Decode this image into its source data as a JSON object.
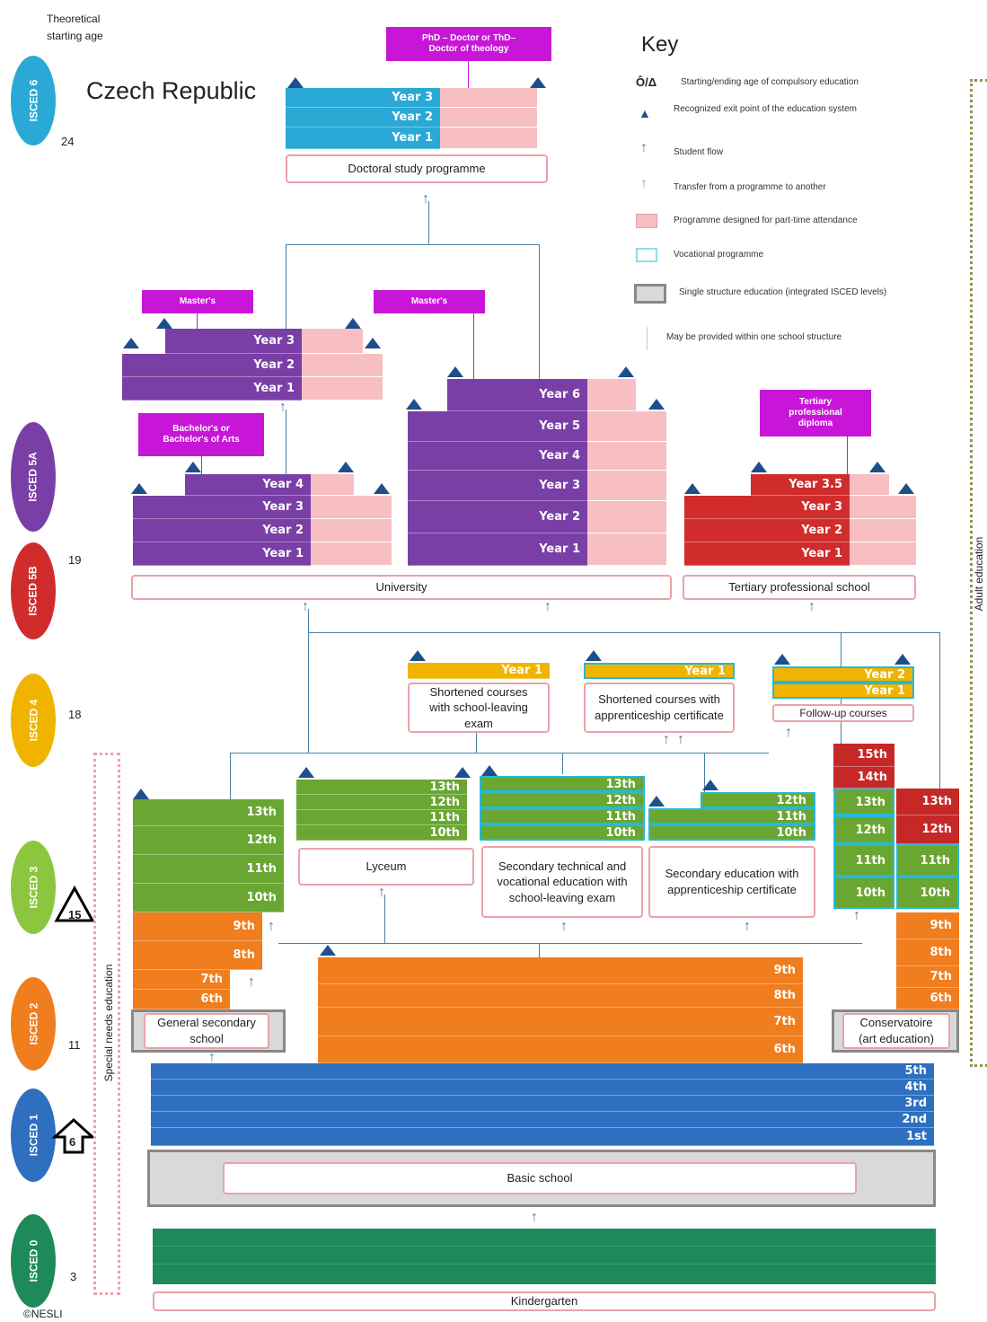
{
  "header": {
    "starting_age_label": "Theoretical starting age",
    "country": "Czech Republic",
    "copyright": "©NESLI"
  },
  "key": {
    "title": "Key",
    "items": [
      {
        "symbol": "Ô/Δ",
        "text": "Starting/ending age of compulsory education"
      },
      {
        "symbol": "▲",
        "text": "Recognized exit point of the education system"
      },
      {
        "symbol": "↑",
        "text": "Student flow"
      },
      {
        "symbol": "↑",
        "text": "Transfer from a programme to another"
      },
      {
        "symbol": "pink-box",
        "text": "Programme designed for part-time attendance"
      },
      {
        "symbol": "cyan-box",
        "text": "Vocational programme"
      },
      {
        "symbol": "grey-box",
        "text": "Single structure education (integrated ISCED levels)"
      },
      {
        "symbol": "line",
        "text": "May be provided within one school structure"
      }
    ]
  },
  "isced": [
    {
      "label": "ISCED 6",
      "color": "#2aa9d6",
      "age": "24"
    },
    {
      "label": "ISCED 5A",
      "color": "#7a3fa6",
      "age": ""
    },
    {
      "label": "ISCED 5B",
      "color": "#d12c2c",
      "age": "19"
    },
    {
      "label": "ISCED 4",
      "color": "#f0b400",
      "age": "18"
    },
    {
      "label": "ISCED 3",
      "color": "#8cc63e",
      "age": ""
    },
    {
      "label": "ISCED 2",
      "color": "#f07d1e",
      "age": "11"
    },
    {
      "label": "ISCED 1",
      "color": "#2e6fc0",
      "age": ""
    },
    {
      "label": "ISCED 0",
      "color": "#1e8a5a",
      "age": "3"
    }
  ],
  "compulsory": {
    "start_age": "6",
    "end_age": "15"
  },
  "side_labels": {
    "special_needs": "Special needs education",
    "adult": "Adult education"
  },
  "doctoral": {
    "top_label": "PhD – Doctor or ThD–Doctor of theology",
    "years": [
      "Year 3",
      "Year 2",
      "Year 1"
    ],
    "programme": "Doctoral study programme"
  },
  "university": {
    "masters_label_left": "Master's",
    "masters_label_right": "Master's",
    "bachelor_label": "Bachelor's or Bachelor's of Arts",
    "masters_years": [
      "Year 3",
      "Year 2",
      "Year 1"
    ],
    "bachelor_years": [
      "Year 4",
      "Year 3",
      "Year 2",
      "Year 1"
    ],
    "long_years": [
      "Year 6",
      "Year 5",
      "Year 4",
      "Year 3",
      "Year 2",
      "Year 1"
    ],
    "name": "University"
  },
  "tertiary": {
    "top_label": "Tertiary professional diploma",
    "years": [
      "Year 3.5",
      "Year 3",
      "Year 2",
      "Year 1"
    ],
    "name": "Tertiary professional school"
  },
  "postsecondary": {
    "shortened_exam": {
      "years": [
        "Year 1"
      ],
      "label": "Shortened courses with school-leaving exam"
    },
    "shortened_apprentice": {
      "years": [
        "Year 1"
      ],
      "label": "Shortened courses with apprenticeship certificate"
    },
    "followup": {
      "years": [
        "Year 2",
        "Year 1"
      ],
      "label": "Follow-up courses"
    }
  },
  "secondary": {
    "general_grades": [
      "13th",
      "12th",
      "11th",
      "10th"
    ],
    "lyceum_grades": [
      "13th",
      "12th",
      "11th",
      "10th"
    ],
    "lyceum_label": "Lyceum",
    "technical_grades": [
      "13th",
      "12th",
      "11th",
      "10th"
    ],
    "technical_label": "Secondary technical and vocational education with school-leaving exam",
    "apprentice_grades": [
      "12th",
      "11th",
      "10th"
    ],
    "apprentice_label": "Secondary education with apprenticeship certificate",
    "conserv_a_grades": [
      "15th",
      "14th",
      "13th",
      "12th",
      "11th",
      "10th"
    ],
    "conserv_b_grades": [
      "13th",
      "12th",
      "11th",
      "10th"
    ]
  },
  "lower_secondary": {
    "general_grades": [
      "9th",
      "8th",
      "7th",
      "6th"
    ],
    "general_label": "General secondary school",
    "basic_grades": [
      "9th",
      "8th",
      "7th",
      "6th"
    ],
    "conserv_grades": [
      "9th",
      "8th",
      "7th",
      "6th"
    ],
    "conserv_label": "Conservatoire (art education)"
  },
  "primary": {
    "grades": [
      "5th",
      "4th",
      "3rd",
      "2nd",
      "1st"
    ],
    "basic_school_label": "Basic school"
  },
  "preprimary": {
    "label": "Kindergarten"
  }
}
